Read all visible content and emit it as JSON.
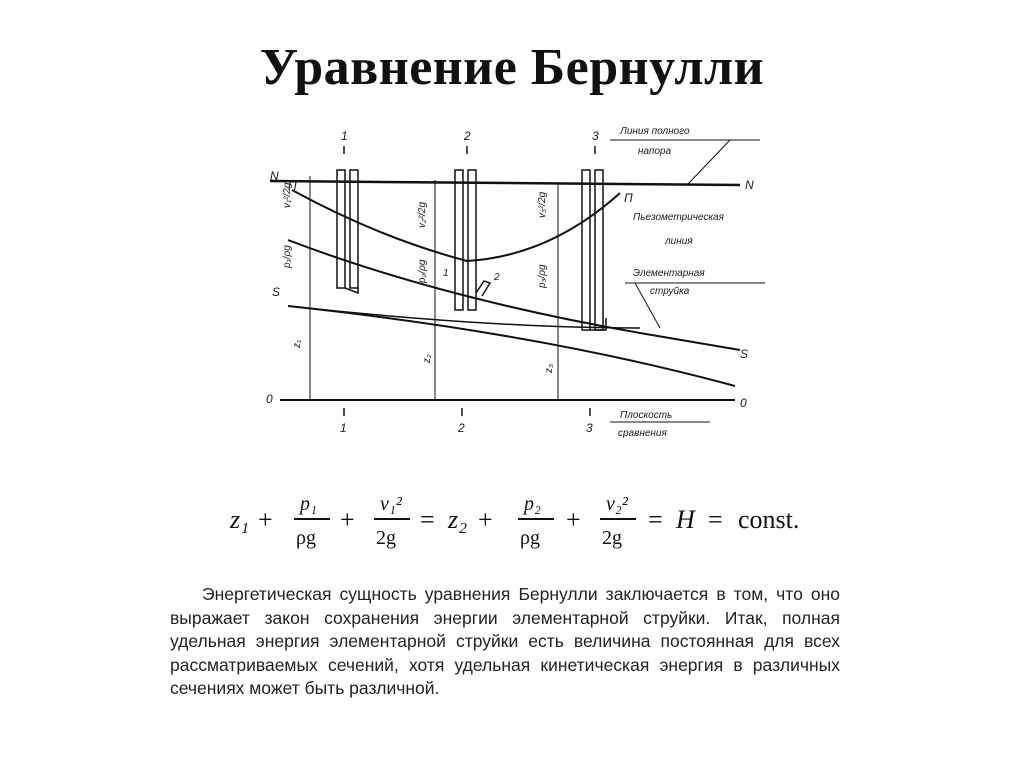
{
  "title": "Уравнение Бернулли",
  "diagram": {
    "section_numbers": [
      "1",
      "2",
      "3"
    ],
    "line_left_labels": [
      "N",
      "S",
      "0"
    ],
    "line_right_labels": [
      "N",
      "S",
      "0"
    ],
    "piezo_label": "П",
    "callouts": {
      "total_head": [
        "Линия полного",
        "напора"
      ],
      "piezometric": [
        "Пьезометрическая",
        "линия"
      ],
      "stream": [
        "Элементарная",
        "струйка"
      ],
      "datum": [
        "Плоскость",
        "сравнения"
      ]
    },
    "head_labels": {
      "v1": "v₁²/2g",
      "v2": "v₂²/2g",
      "v3": "v₃²/2g",
      "p1": "p₁/ρg",
      "p2": "p₂/ρg",
      "p3": "p₃/ρg",
      "z1": "z₁",
      "z2": "z₂",
      "z3": "z₃"
    },
    "tube_marks": [
      "1",
      "2"
    ]
  },
  "formula": {
    "z1": "z₁",
    "plus": "+",
    "p1": "p₁",
    "rhog": "ρg",
    "v1": "v₁²",
    "twog": "2g",
    "eq": "=",
    "z2": "z₂",
    "p2": "p₂",
    "v2": "v₂²",
    "H": "H",
    "const": "const."
  },
  "paragraph": "Энергетическая сущность уравнения Бернулли заключается в том, что оно выражает закон сохранения энергии элементарной струйки. Итак, полная удельная энергия элементарной струйки есть величина постоянная для всех рассматриваемых сечений, хотя удельная кинетическая энергия в различных сечениях может быть различной."
}
